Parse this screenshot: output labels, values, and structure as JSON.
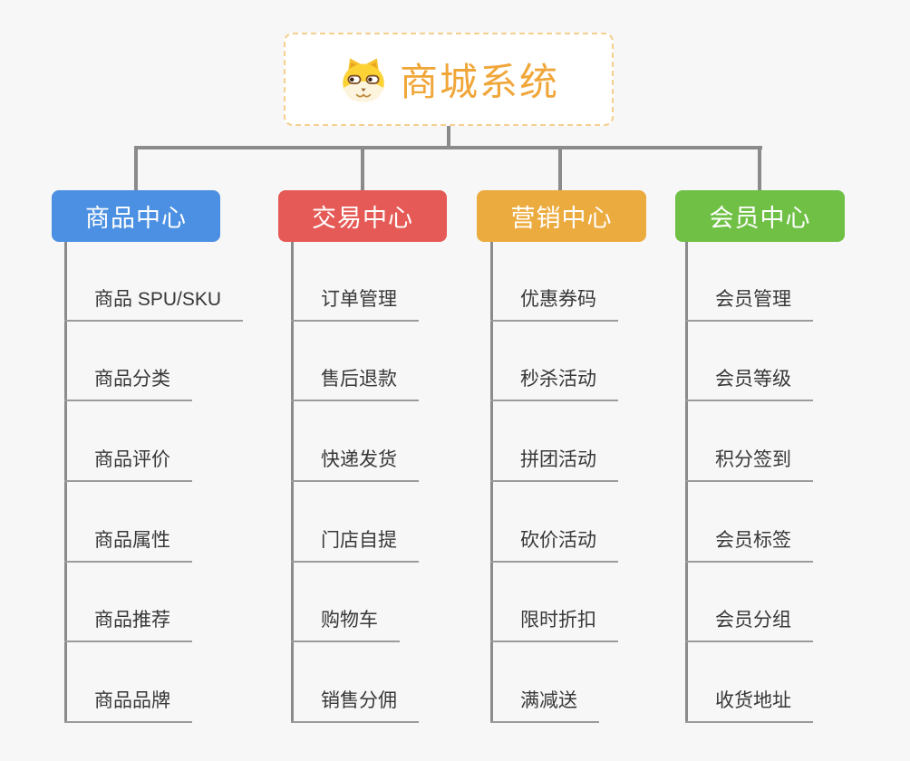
{
  "root": {
    "title": "商城系统",
    "icon": "dog-face-icon"
  },
  "branches": [
    {
      "label": "商品中心",
      "color": "#4b90e2",
      "items": [
        "商品 SPU/SKU",
        "商品分类",
        "商品评价",
        "商品属性",
        "商品推荐",
        "商品品牌"
      ]
    },
    {
      "label": "交易中心",
      "color": "#e55a56",
      "items": [
        "订单管理",
        "售后退款",
        "快递发货",
        "门店自提",
        "购物车",
        "销售分佣"
      ]
    },
    {
      "label": "营销中心",
      "color": "#ecab3f",
      "items": [
        "优惠券码",
        "秒杀活动",
        "拼团活动",
        "砍价活动",
        "限时折扣",
        "满减送"
      ]
    },
    {
      "label": "会员中心",
      "color": "#6fc045",
      "items": [
        "会员管理",
        "会员等级",
        "积分签到",
        "会员标签",
        "会员分组",
        "收货地址"
      ]
    }
  ],
  "colors": {
    "background": "#f7f7f7",
    "connector_line": "#8b8b8b",
    "leaf_underline": "#9b9b9b",
    "root_border": "#f5cf8e",
    "root_text": "#f0a638",
    "leaf_text": "#383838"
  }
}
